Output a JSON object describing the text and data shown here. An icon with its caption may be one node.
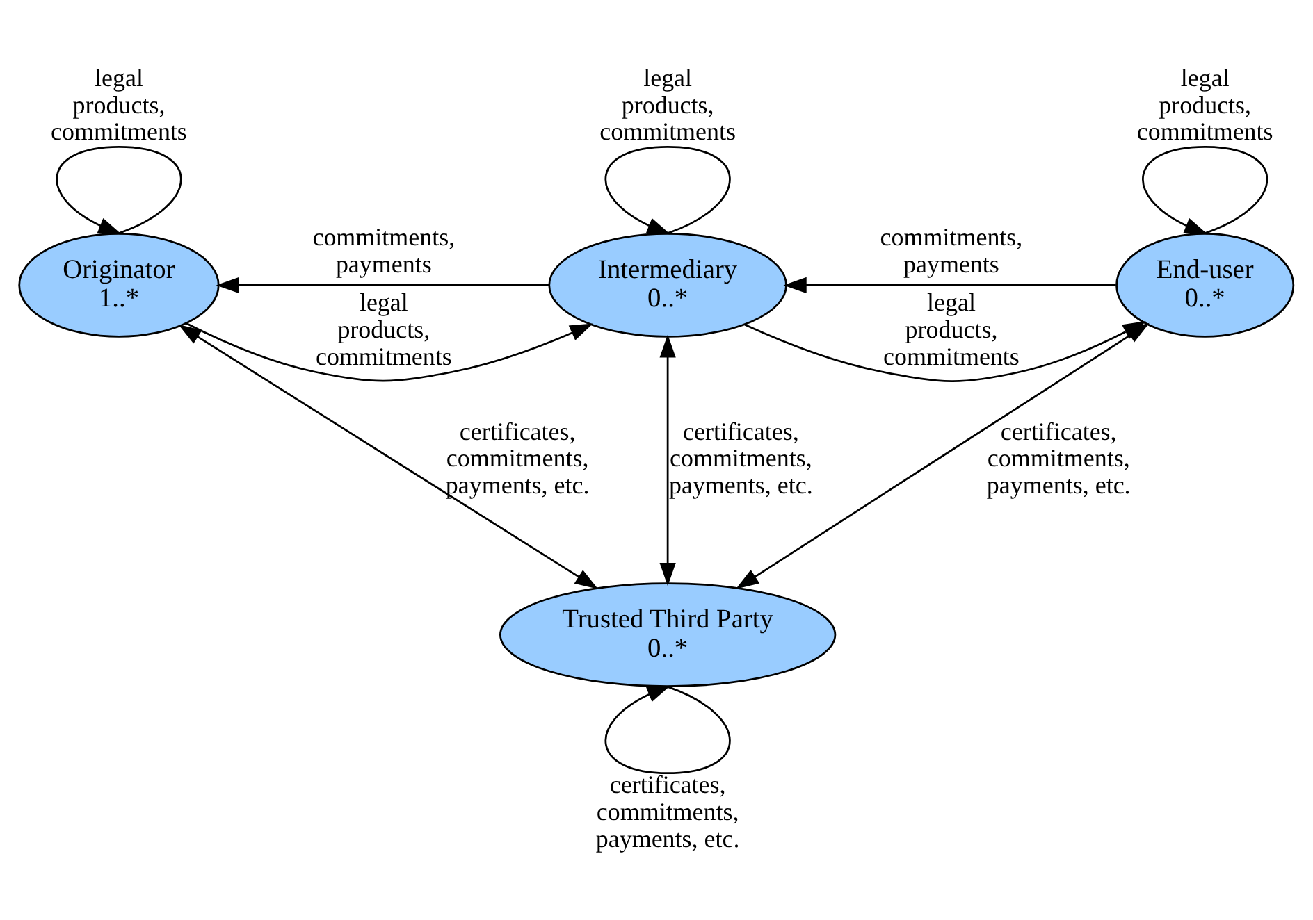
{
  "diagram": {
    "nodes": [
      {
        "text": [
          "Originator",
          "1..*"
        ]
      },
      {
        "text": [
          "Intermediary",
          "0..*"
        ]
      },
      {
        "text": [
          "End-user",
          "0..*"
        ]
      },
      {
        "text": [
          "Trusted Third Party",
          "0..*"
        ]
      }
    ],
    "edges": [
      {
        "from": 0,
        "to": 0,
        "arrow": "to",
        "label": "legal products, commitments"
      },
      {
        "from": 0,
        "to": 1,
        "arrow": "to",
        "label": "legal products, commitments"
      },
      {
        "from": 1,
        "to": 1,
        "arrow": "to",
        "label": "legal products, commitments"
      },
      {
        "from": 1,
        "to": 2,
        "arrow": "to",
        "label": "legal products, commitments"
      },
      {
        "from": 2,
        "to": 2,
        "arrow": "to",
        "label": "legal products, commitments"
      },
      {
        "from": 1,
        "to": 0,
        "arrow": "to",
        "label": "commitments, payments"
      },
      {
        "from": 2,
        "to": 1,
        "arrow": "to",
        "label": "commitments, payments"
      },
      {
        "from": 1,
        "to": 3,
        "arrow": "both",
        "label": "certificates, commitments, payments, etc."
      },
      {
        "from": 0,
        "to": 3,
        "arrow": "both",
        "label": "certificates, commitments, payments, etc."
      },
      {
        "from": 2,
        "to": 3,
        "arrow": "both",
        "label": "certificates, commitments, payments, etc."
      },
      {
        "from": 3,
        "to": 3,
        "arrow": "to",
        "label": "certificates, commitments, payments, etc."
      }
    ]
  }
}
